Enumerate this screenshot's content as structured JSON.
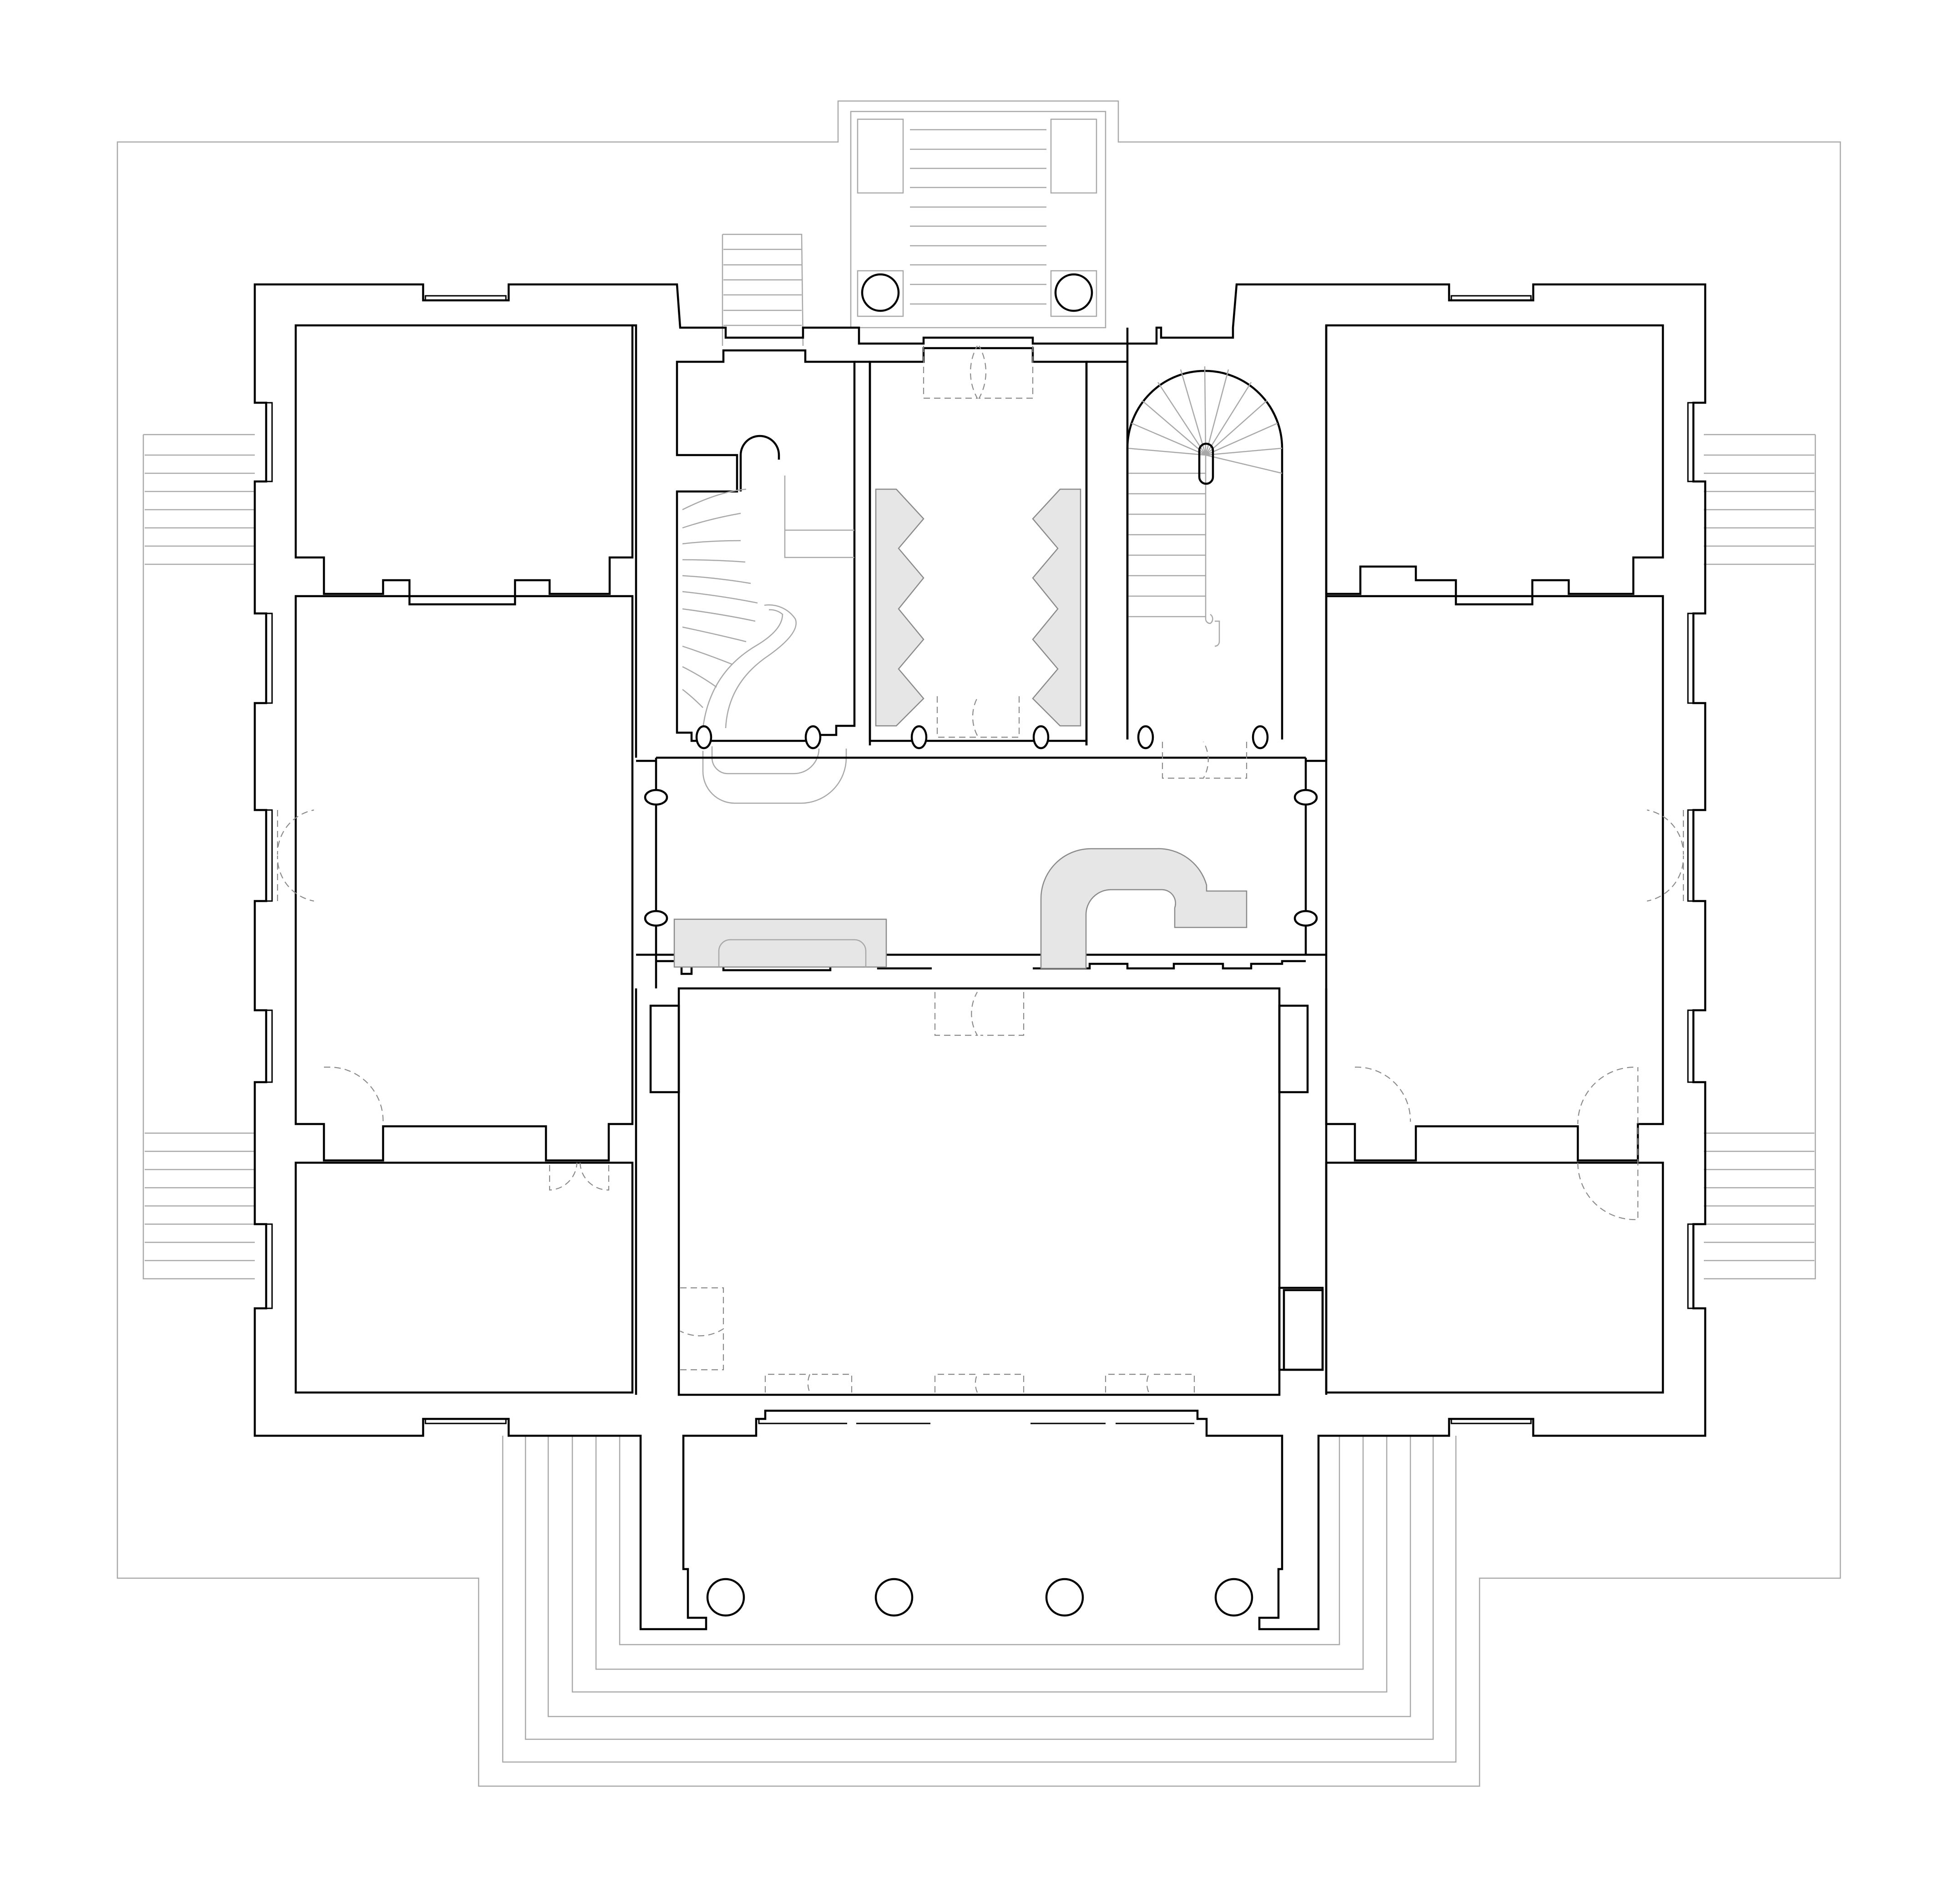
{
  "drawing": {
    "kind": "architectural floor plan",
    "labels": [],
    "colors": {
      "background": "#ffffff",
      "walls": "#000000",
      "outline": "#a8a8a8",
      "fixtures": "#e6e6e6",
      "door_swings": "#8a8a8a"
    }
  },
  "elements": {
    "portico_columns": 4,
    "rear_loggia_columns": 2,
    "hall_pilasters": 10,
    "stairs": [
      "imperial-stair",
      "spiral-stair",
      "rear-steps",
      "side-steps-west",
      "side-steps-east",
      "front-steps"
    ]
  }
}
